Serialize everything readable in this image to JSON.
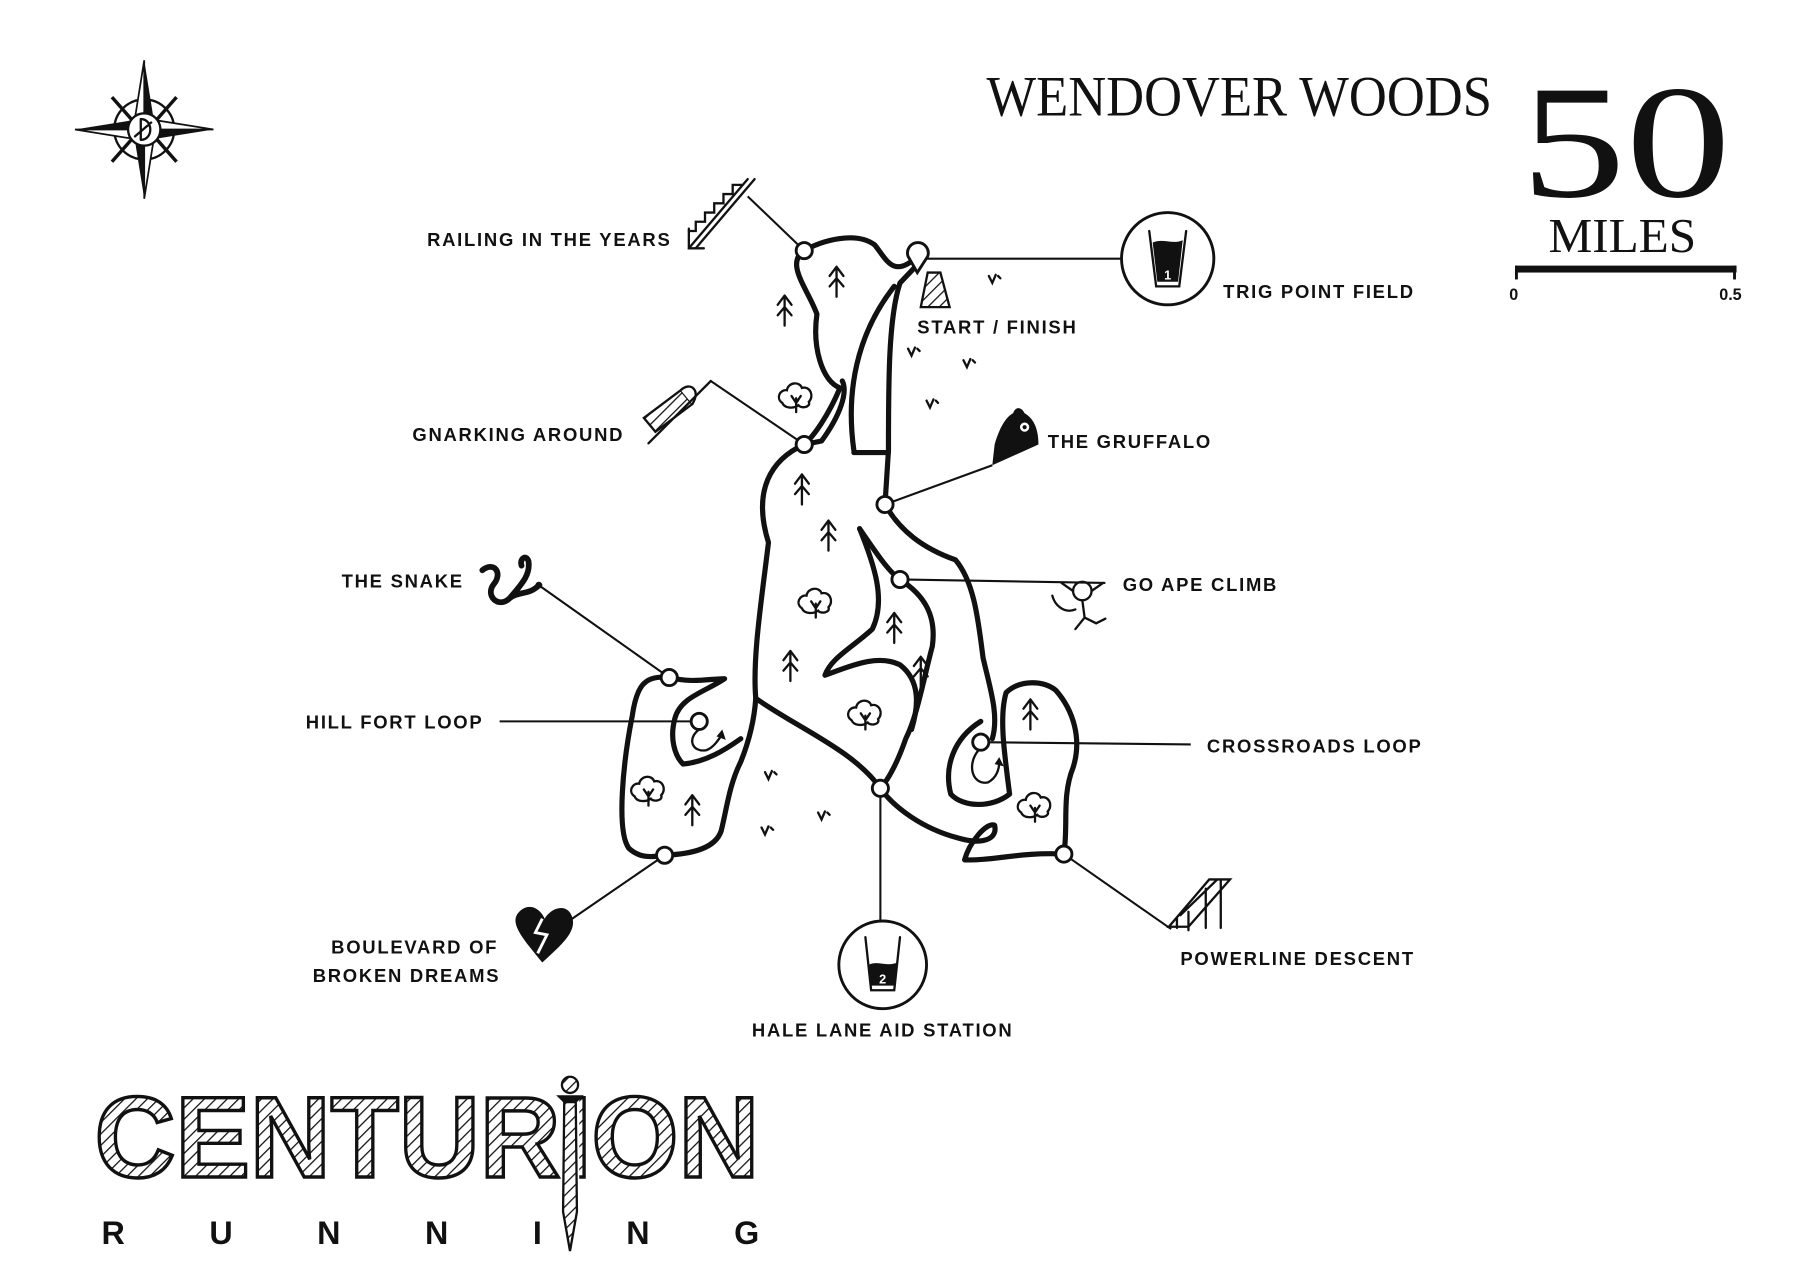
{
  "header": {
    "title": "WENDOVER WOODS",
    "distance": "50",
    "unit": "MILES"
  },
  "scale_bar": {
    "start_label": "0",
    "end_label": "0.5"
  },
  "features": {
    "railing": "RAILING IN THE YEARS",
    "gnarking": "GNARKING AROUND",
    "snake": "THE SNAKE",
    "hill_fort": "HILL FORT LOOP",
    "boulevard_line1": "BOULEVARD OF",
    "boulevard_line2": "BROKEN DREAMS",
    "start_finish": "START / FINISH",
    "gruffalo": "THE GRUFFALO",
    "go_ape": "GO APE CLIMB",
    "crossroads": "CROSSROADS LOOP",
    "powerline": "POWERLINE DESCENT"
  },
  "aid_stations": [
    {
      "number": "1",
      "name": "TRIG POINT FIELD"
    },
    {
      "number": "2",
      "name": "HALE LANE AID STATION"
    }
  ],
  "logo": {
    "main": "CENTURION",
    "sub": "RUNNING"
  },
  "colors": {
    "ink": "#111111",
    "paper": "#ffffff"
  }
}
